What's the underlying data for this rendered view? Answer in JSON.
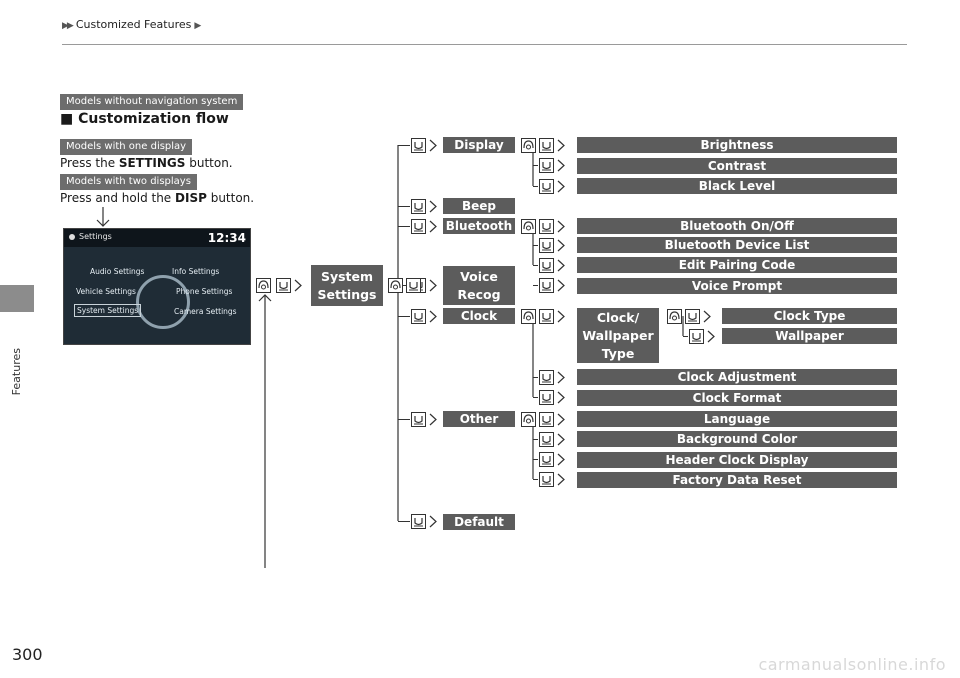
{
  "breadcrumb": "Customized Features",
  "side_label": "Features",
  "page_number": "300",
  "watermark": "carmanualsonline.info",
  "tags": {
    "no_nav": "Models without navigation system",
    "one_display": "Models with one display",
    "two_displays": "Models with two displays"
  },
  "flow_title": "Customization flow",
  "instructions": {
    "press_prefix": "Press the ",
    "settings_word": "SETTINGS",
    "press_suffix": " button.",
    "hold_prefix": "Press and hold the ",
    "disp_word": "DISP",
    "hold_suffix": " button."
  },
  "screen": {
    "title": "Settings",
    "time": "12:34",
    "items": {
      "audio": "Audio Settings",
      "info": "Info Settings",
      "vehicle": "Vehicle Settings",
      "phone": "Phone Settings",
      "system": "System Settings",
      "camera": "Camera Settings"
    }
  },
  "flow": {
    "system_settings_1": "System",
    "system_settings_2": "Settings",
    "display": "Display",
    "beep": "Beep",
    "bluetooth": "Bluetooth",
    "voice_recog_1": "Voice",
    "voice_recog_2": "Recog",
    "clock": "Clock",
    "other": "Other",
    "default": "Default",
    "brightness": "Brightness",
    "contrast": "Contrast",
    "black_level": "Black Level",
    "bt_onoff": "Bluetooth On/Off",
    "bt_device_list": "Bluetooth Device List",
    "edit_pairing": "Edit Pairing Code",
    "voice_prompt": "Voice Prompt",
    "clock_wallpaper_1": "Clock/",
    "clock_wallpaper_2": "Wallpaper",
    "clock_wallpaper_3": "Type",
    "clock_type": "Clock Type",
    "wallpaper": "Wallpaper",
    "clock_adjustment": "Clock Adjustment",
    "clock_format": "Clock Format",
    "language": "Language",
    "background_color": "Background Color",
    "header_clock": "Header Clock Display",
    "factory_reset": "Factory Data Reset"
  },
  "icons": [
    "press-icon",
    "arrow-right-icon",
    "rotate-icon"
  ]
}
